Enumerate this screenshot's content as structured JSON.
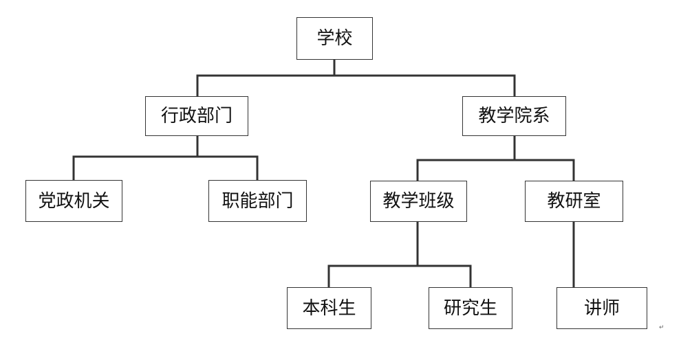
{
  "nodes": {
    "school": "学校",
    "admin_dept": "行政部门",
    "teaching_dept": "教学院系",
    "party_gov": "党政机关",
    "functional_dept": "职能部门",
    "teaching_class": "教学班级",
    "research_office": "教研室",
    "undergraduate": "本科生",
    "postgraduate": "研究生",
    "lecturer": "讲师"
  },
  "edges": [
    [
      "school",
      "admin_dept"
    ],
    [
      "school",
      "teaching_dept"
    ],
    [
      "admin_dept",
      "party_gov"
    ],
    [
      "admin_dept",
      "functional_dept"
    ],
    [
      "teaching_dept",
      "teaching_class"
    ],
    [
      "teaching_dept",
      "research_office"
    ],
    [
      "teaching_class",
      "undergraduate"
    ],
    [
      "teaching_class",
      "postgraduate"
    ],
    [
      "research_office",
      "lecturer"
    ]
  ],
  "end_mark": "↵",
  "colors": {
    "line": "#333333",
    "box_border": "#333333",
    "text": "#111111",
    "background": "#ffffff"
  }
}
